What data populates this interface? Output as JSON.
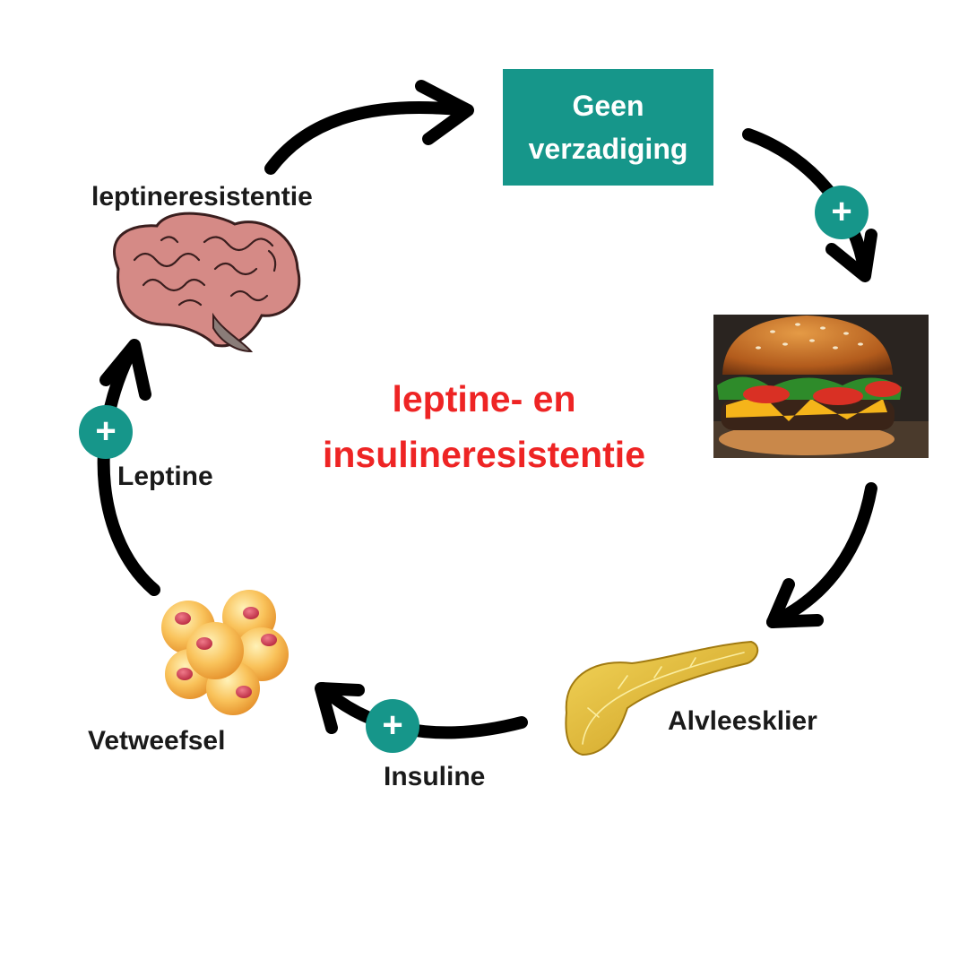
{
  "box": {
    "line1": "Geen",
    "line2": "verzadiging"
  },
  "center": {
    "line1": "leptine- en",
    "line2": "insulineresistentie"
  },
  "labels": {
    "brain": "leptineresistentie",
    "leptine": "Leptine",
    "fat": "Vetweefsel",
    "insulin": "Insuline",
    "pancreas": "Alvleesklier"
  },
  "icons": {
    "plus": "plus-icon",
    "brain": "brain-icon",
    "burger": "burger-icon",
    "pancreas": "pancreas-icon",
    "fat": "fat-cells-icon",
    "arrow": "arrow-icon"
  },
  "colors": {
    "teal": "#16968a",
    "red": "#ee2424",
    "text": "#1a1a1a",
    "arrow": "#000000"
  }
}
